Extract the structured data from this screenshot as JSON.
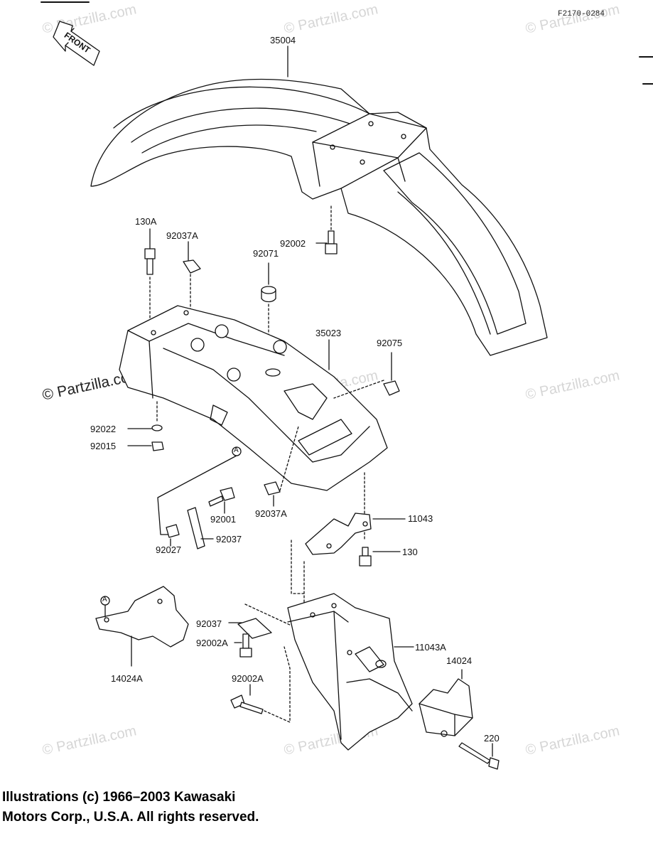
{
  "diagram": {
    "code": "F2170-0284",
    "front_label": "FRONT",
    "part_labels": {
      "p35004": "35004",
      "p130A": "130A",
      "p92037A_top": "92037A",
      "p92071": "92071",
      "p92002": "92002",
      "p35023": "35023",
      "p92075": "92075",
      "p92022": "92022",
      "p92015": "92015",
      "pA1": "A",
      "p92001": "92001",
      "p92037A_bottom": "92037A",
      "p11043": "11043",
      "p92027": "92027",
      "p92037_a": "92037",
      "p130": "130",
      "pA2": "A",
      "p92037_b": "92037",
      "p92002A_a": "92002A",
      "p11043A": "11043A",
      "p14024": "14024",
      "p14024A": "14024A",
      "p92002A_b": "92002A",
      "p220": "220"
    },
    "watermark": "© Partzilla.com",
    "copyright_line1": "Illustrations (c) 1966–2003 Kawasaki",
    "copyright_line2": "Motors Corp., U.S.A.  All rights reserved."
  }
}
